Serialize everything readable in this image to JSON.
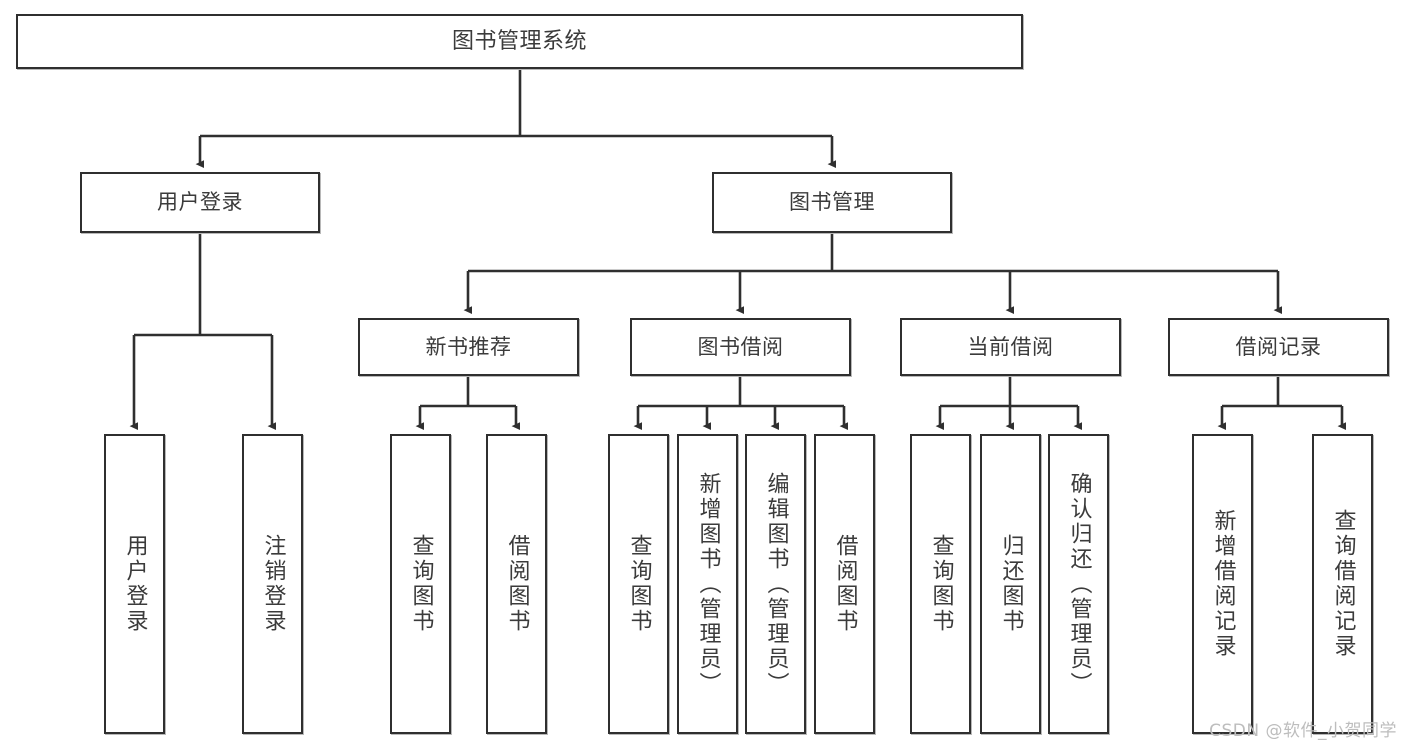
{
  "diagram": {
    "title": "图书管理系统",
    "watermark": "CSDN @软件_小贺同学",
    "stroke_color": "#2f2f2f",
    "text_color": "#3b3b3b",
    "background": "#ffffff",
    "root": {
      "label": "图书管理系统"
    },
    "level2": [
      {
        "label": "用户登录"
      },
      {
        "label": "图书管理"
      }
    ],
    "level3": [
      {
        "label": "新书推荐"
      },
      {
        "label": "图书借阅"
      },
      {
        "label": "当前借阅"
      },
      {
        "label": "借阅记录"
      }
    ],
    "leaves": {
      "user_login": [
        {
          "label": "用户登录"
        },
        {
          "label": "注销登录"
        }
      ],
      "new_book_recommend": [
        {
          "label": "查询图书"
        },
        {
          "label": "借阅图书"
        }
      ],
      "book_borrow": [
        {
          "label": "查询图书"
        },
        {
          "label": "新增图书（管理员）"
        },
        {
          "label": "编辑图书（管理员）"
        },
        {
          "label": "借阅图书"
        }
      ],
      "current_borrow": [
        {
          "label": "查询图书"
        },
        {
          "label": "归还图书"
        },
        {
          "label": "确认归还（管理员）"
        }
      ],
      "borrow_record": [
        {
          "label": "新增借阅记录"
        },
        {
          "label": "查询借阅记录"
        }
      ]
    }
  }
}
